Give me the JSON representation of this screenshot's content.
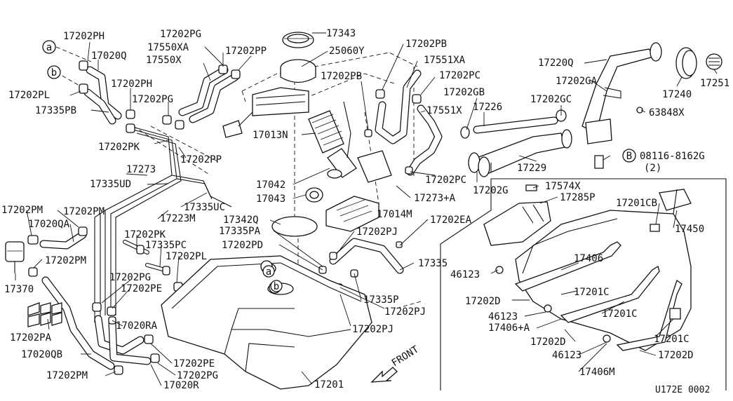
{
  "diagram": {
    "ref_code": "U172E 0002",
    "front_label": "FRONT",
    "callouts": [
      {
        "key": "a",
        "text": "a"
      },
      {
        "key": "b",
        "text": "b"
      },
      {
        "key": "a_tank",
        "text": "a"
      },
      {
        "key": "b_tank",
        "text": "b"
      },
      {
        "key": "B",
        "text": "B"
      }
    ],
    "labels": {
      "p17202PH_a": "17202PH",
      "p17020Q": "17020Q",
      "p17202PL_b": "17202PL",
      "p17335PB": "17335PB",
      "p17202PH_b": "17202PH",
      "p17202PG_top": "17202PG",
      "p17550XA": "17550XA",
      "p17550X": "17550X",
      "p17202PG_mid": "17202PG",
      "p17202PP_top": "17202PP",
      "p17343": "17343",
      "p25060Y": "25060Y",
      "p17202PB_right": "17202PB",
      "p17551XA": "17551XA",
      "p17202PB_mid": "17202PB",
      "p17202PC_top": "17202PC",
      "p17202GB": "17202GB",
      "p17226": "17226",
      "p17551X": "17551X",
      "p17220Q": "17220Q",
      "p17202GA": "17202GA",
      "p17202GC": "17202GC",
      "p17240": "17240",
      "p17251": "17251",
      "p63848X": "63848X",
      "p08116": "08116-8162G",
      "p08116_qty": "(2)",
      "p17202PK_top": "17202PK",
      "p17202PP_mid": "17202PP",
      "p17013N": "17013N",
      "p17229": "17229",
      "p17202G": "17202G",
      "p17273": "17273",
      "p17335UD": "17335UD",
      "p17042": "17042",
      "p17202PC_mid": "17202PC",
      "p17273A": "17273+A",
      "p17043": "17043",
      "p17574X": "17574X",
      "p17285P": "17285P",
      "p17201CB": "17201CB",
      "p17450": "17450",
      "p17202PM_1": "17202PM",
      "p17202PM_2": "17202PM",
      "p17335UC": "17335UC",
      "p17223M": "17223M",
      "p17342Q": "17342Q",
      "p17014M": "17014M",
      "p17202EA": "17202EA",
      "p17020QA": "17020QA",
      "p17202PK_mid": "17202PK",
      "p17335PA": "17335PA",
      "p17202PJ_top": "17202PJ",
      "p17335PC": "17335PC",
      "p17202PD": "17202PD",
      "p17202PL_mid": "17202PL",
      "p17202PM_3": "17202PM",
      "p17335": "17335",
      "p17406": "17406",
      "p46123_1": "46123",
      "p17370": "17370",
      "p17202PG_low": "17202PG",
      "p17202PE_mid": "17202PE",
      "p17201C_1": "17201C",
      "p17335P": "17335P",
      "p17202D_1": "17202D",
      "p17202PJ_mid": "17202PJ",
      "p17201C_2": "17201C",
      "p17020RA": "17020RA",
      "p17202PJ_low": "17202PJ",
      "p46123_2": "46123",
      "p17406A": "17406+A",
      "p17202PA": "17202PA",
      "p17201C_3": "17201C",
      "p17202D_2": "17202D",
      "p17020QB": "17020QB",
      "p46123_3": "46123",
      "p17202D_3": "17202D",
      "p17202PE_low": "17202PE",
      "p17202PG_bot": "17202PG",
      "p17202PM_4": "17202PM",
      "p17201": "17201",
      "p17020R": "17020R",
      "p17406M": "17406M"
    }
  }
}
